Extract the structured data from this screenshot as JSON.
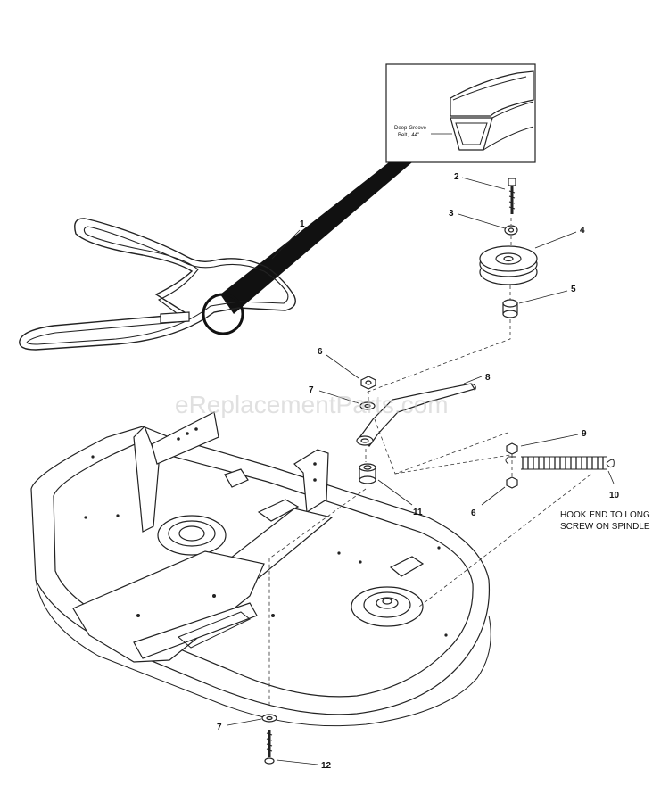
{
  "watermark": "eReplacementParts.com",
  "inset": {
    "label_line1": "Deep-Groove",
    "label_line2": "Belt, .44\""
  },
  "callouts": [
    {
      "id": "c1",
      "text": "1"
    },
    {
      "id": "c2",
      "text": "2"
    },
    {
      "id": "c3",
      "text": "3"
    },
    {
      "id": "c4",
      "text": "4"
    },
    {
      "id": "c5",
      "text": "5"
    },
    {
      "id": "c6a",
      "text": "6"
    },
    {
      "id": "c7a",
      "text": "7"
    },
    {
      "id": "c8",
      "text": "8"
    },
    {
      "id": "c9",
      "text": "9"
    },
    {
      "id": "c6b",
      "text": "6"
    },
    {
      "id": "c10",
      "text": "10"
    },
    {
      "id": "c11",
      "text": "11"
    },
    {
      "id": "c7b",
      "text": "7"
    },
    {
      "id": "c12",
      "text": "12"
    }
  ],
  "note": {
    "line1": "HOOK END TO LONG",
    "line2": "SCREW ON SPINDLE"
  }
}
